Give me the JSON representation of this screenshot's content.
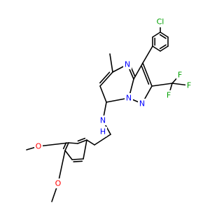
{
  "atoms": {
    "cl": {
      "text": "Cl",
      "color": "#00a000"
    },
    "n_pyrimidine": {
      "text": "N",
      "color": "#0000ff"
    },
    "n_bridge": {
      "text": "N",
      "color": "#0000ff"
    },
    "n_pyrazole": {
      "text": "N",
      "color": "#0000ff"
    },
    "n_amine": {
      "text": "N",
      "color": "#0000ff"
    },
    "h_amine": {
      "text": "H",
      "color": "#0000ff"
    },
    "f_top": {
      "text": "F",
      "color": "#00a000"
    },
    "f_right": {
      "text": "F",
      "color": "#00a000"
    },
    "f_bottom": {
      "text": "F",
      "color": "#00a000"
    },
    "o_upper": {
      "text": "O",
      "color": "#ff0000"
    },
    "o_lower": {
      "text": "O",
      "color": "#ff0000"
    }
  }
}
